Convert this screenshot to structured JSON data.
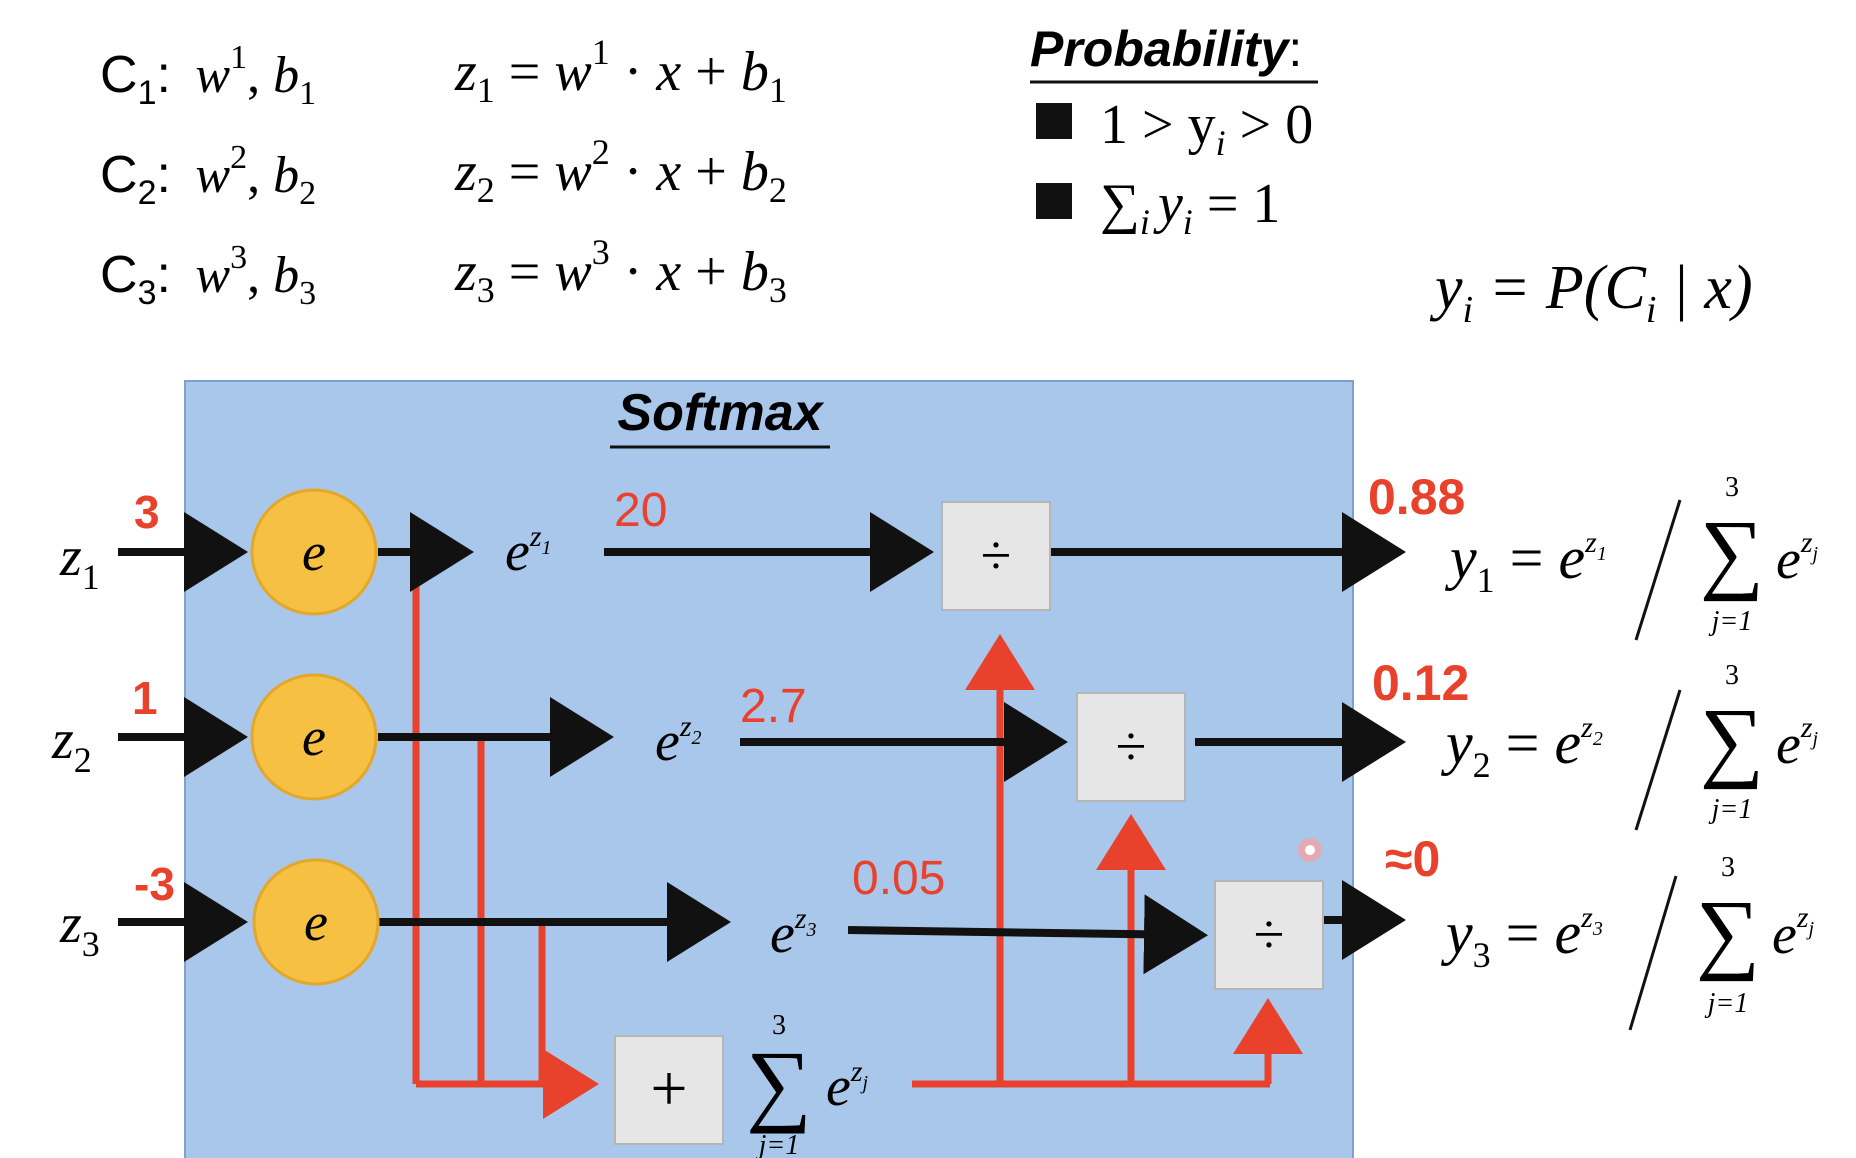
{
  "header": {
    "class_params": [
      {
        "class": "C",
        "idx": "1",
        "w": "w",
        "wsup": "1",
        "b": "b",
        "bsub": "1"
      },
      {
        "class": "C",
        "idx": "2",
        "w": "w",
        "wsup": "2",
        "b": "b",
        "bsub": "2"
      },
      {
        "class": "C",
        "idx": "3",
        "w": "w",
        "wsup": "3",
        "b": "b",
        "bsub": "3"
      }
    ],
    "equations": [
      {
        "z": "z",
        "sub": "1",
        "sup": "1",
        "bsub": "1"
      },
      {
        "z": "z",
        "sub": "2",
        "sup": "2",
        "bsub": "2"
      },
      {
        "z": "z",
        "sub": "3",
        "sup": "3",
        "bsub": "3"
      }
    ]
  },
  "probability": {
    "title": "Probability",
    "colon": ":",
    "rule1": "1 > y",
    "rule1_sub": "i",
    "rule1_tail": " > 0",
    "rule2_sum": "∑",
    "rule2_sub": "i",
    "rule2_y": "y",
    "rule2_ysub": "i",
    "rule2_tail": " = 1",
    "definition": "y",
    "definition_sub": "i",
    "definition_rhs": " = P(C",
    "definition_rhs_sub": "i",
    "definition_tail": " | x)"
  },
  "softmax": {
    "title": "Softmax",
    "exp_symbol": "e",
    "divide_symbol": "÷",
    "plus_symbol": "+",
    "sum_upper": "3",
    "sum_lower": "j=1",
    "sum_exp_sub": "j",
    "inputs": [
      {
        "label": "z",
        "sub": "1",
        "value": "3"
      },
      {
        "label": "z",
        "sub": "2",
        "value": "1"
      },
      {
        "label": "z",
        "sub": "3",
        "value": "-3"
      }
    ],
    "exp_values": [
      {
        "label": "e",
        "sub": "1",
        "value": "20"
      },
      {
        "label": "e",
        "sub": "2",
        "value": "2.7"
      },
      {
        "label": "e",
        "sub": "3",
        "value": "0.05"
      }
    ],
    "outputs": [
      {
        "value": "0.88",
        "y": "y",
        "sub": "1"
      },
      {
        "value": "0.12",
        "y": "y",
        "sub": "2"
      },
      {
        "value": "≈0",
        "y": "y",
        "sub": "3"
      }
    ]
  },
  "colors": {
    "box_fill": "#a9c7eb",
    "box_stroke": "#7f9fcc",
    "node_fill": "#f6c142",
    "node_stroke": "#e3a82a",
    "op_fill": "#e6e6e6",
    "red": "#e8412c",
    "black": "#111111"
  }
}
